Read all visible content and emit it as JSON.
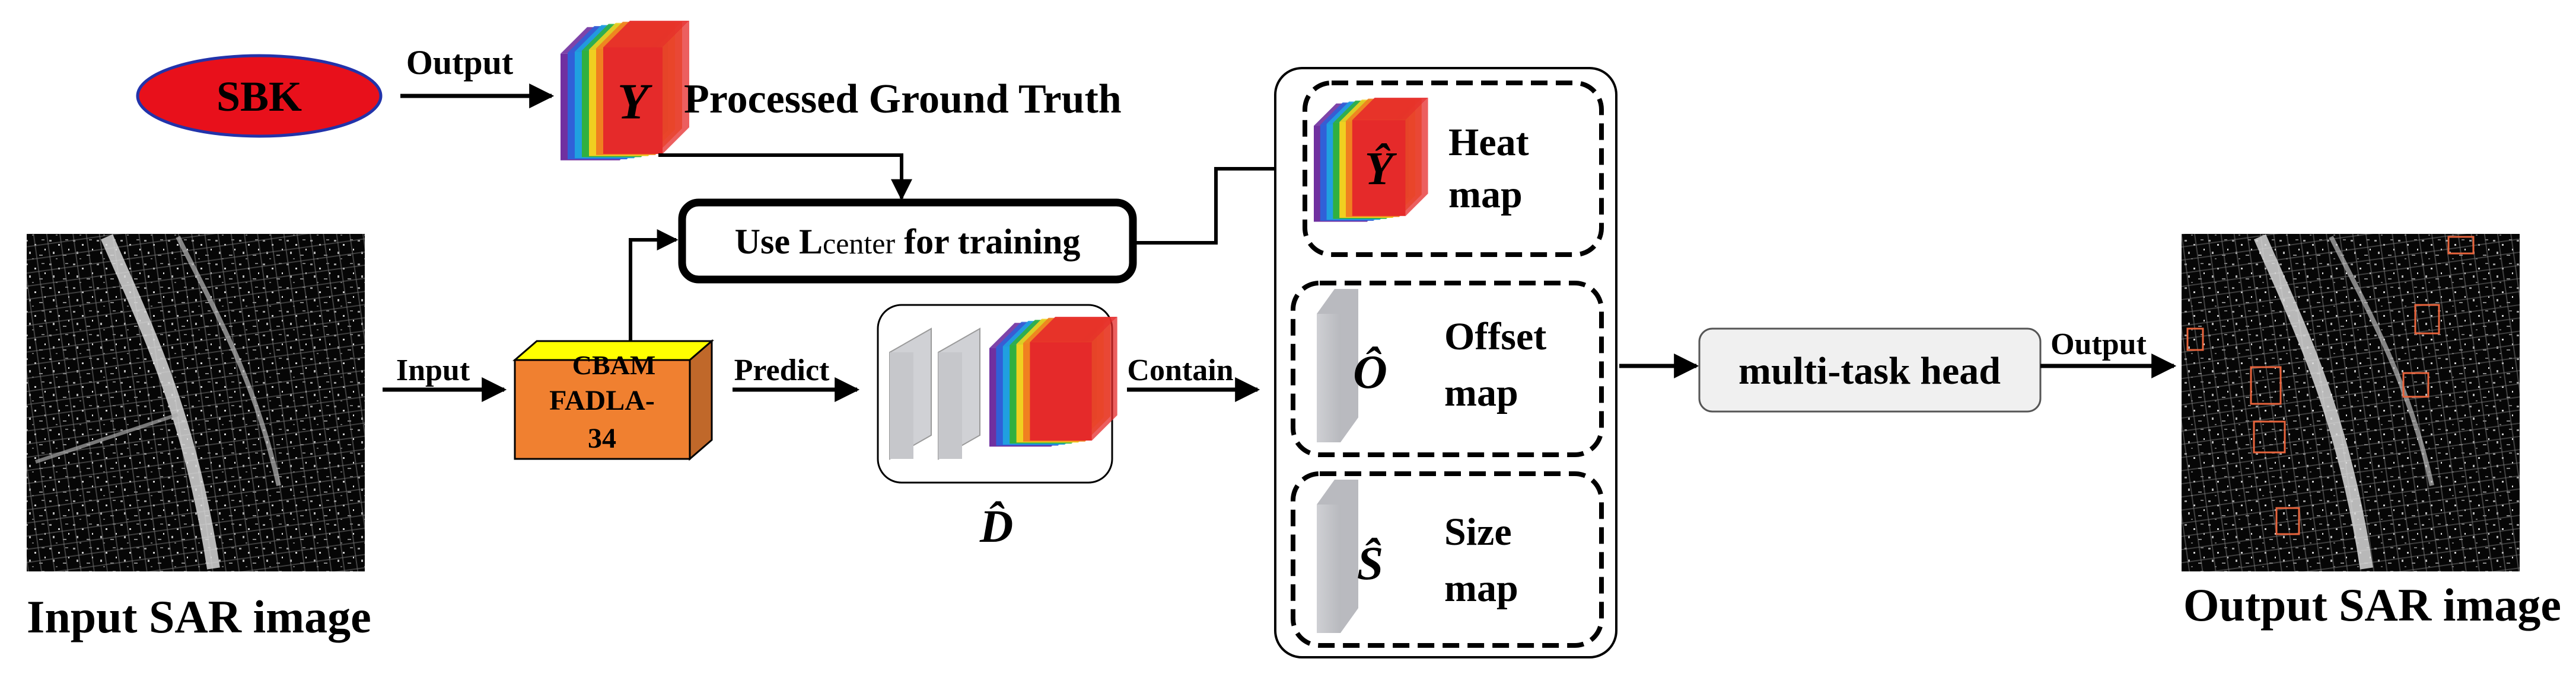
{
  "sbk": {
    "label": "SBK",
    "fill": "#e8101b",
    "stroke": "#2233aa"
  },
  "arrows": {
    "sbk_output": "Output",
    "input": "Input",
    "predict": "Predict",
    "contain": "Contain",
    "final_output": "Output"
  },
  "ground_truth": {
    "symbol": "Y",
    "label": "Processed Ground Truth"
  },
  "training_box": {
    "prefix": "Use L",
    "sub": "center",
    "suffix": " for training"
  },
  "backbone": {
    "top_label": "CBAM",
    "line1": "FADLA-",
    "line2": "34",
    "top_color": "#ffff00",
    "front_color": "#f08030",
    "side_color": "#c0682a"
  },
  "d_hat": {
    "symbol": "D̂"
  },
  "outputs": {
    "heat": {
      "symbol": "Ŷ",
      "line1": "Heat",
      "line2": "map"
    },
    "offset": {
      "symbol": "Ô",
      "line1": "Offset",
      "line2": "map"
    },
    "size": {
      "symbol": "Ŝ",
      "line1": "Size",
      "line2": "map"
    }
  },
  "head": {
    "label": "multi-task head",
    "fill": "#f0f0f0"
  },
  "input_image": {
    "caption": "Input SAR image"
  },
  "output_image": {
    "caption": "Output SAR image",
    "box_color": "#e8643c"
  },
  "cube_colors": [
    "#7030a0",
    "#3060d8",
    "#20a0e0",
    "#30b040",
    "#f0d020",
    "#f08020",
    "#e52a2a"
  ]
}
